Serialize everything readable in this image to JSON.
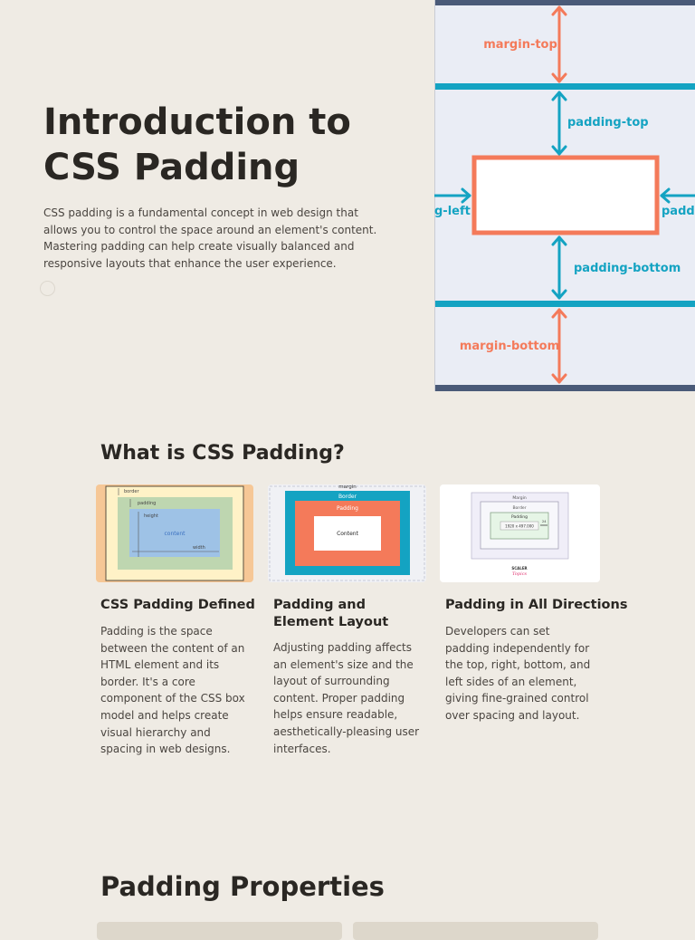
{
  "hero": {
    "title": "Introduction to CSS Padding",
    "text": "CSS padding is a fundamental concept in web design that allows you to control the space around an element's content. Mastering padding can help create visually balanced and responsive layouts that enhance the user experience.",
    "diagram": {
      "margin_top": "margin-top",
      "padding_top": "padding-top",
      "padding_left": "g-left",
      "padding_right": "paddi",
      "padding_bottom": "padding-bottom",
      "margin_bottom": "margin-bottom"
    }
  },
  "section": {
    "title": "What is CSS Padding?",
    "cards": [
      {
        "title": "CSS Padding Defined",
        "text": "Padding is the space between the content of an HTML element and its border. It's a core component of the CSS box model and helps create visual hierarchy and spacing in web designs.",
        "img": {
          "border": "border",
          "padding": "padding",
          "height": "height",
          "content": "content",
          "width": "width"
        }
      },
      {
        "title": "Padding and Element Layout",
        "text": "Adjusting padding affects an element's size and the layout of surrounding content. Proper padding helps ensure readable, aesthetically-pleasing user interfaces.",
        "img": {
          "margin": "margin",
          "border": "Border",
          "padding": "Padding",
          "content": "Content"
        }
      },
      {
        "title": "Padding in All Directions",
        "text": "Developers can set padding independently for the top, right, bottom, and left sides of an element, giving fine-grained control over spacing and layout.",
        "img": {
          "margin": "Margin",
          "border": "Border",
          "padding": "Padding",
          "content": "1920 x 497.000",
          "dim": "24",
          "brand_top": "SCALER",
          "brand_bottom": "Topics"
        }
      }
    ]
  },
  "properties": {
    "title": "Padding Properties"
  },
  "colors": {
    "background": "#efebe4",
    "accent_orange": "#f47a5a",
    "accent_teal": "#14a3c2",
    "diagram_bg": "#eaedf5",
    "diagram_bar": "#4a5a78"
  }
}
